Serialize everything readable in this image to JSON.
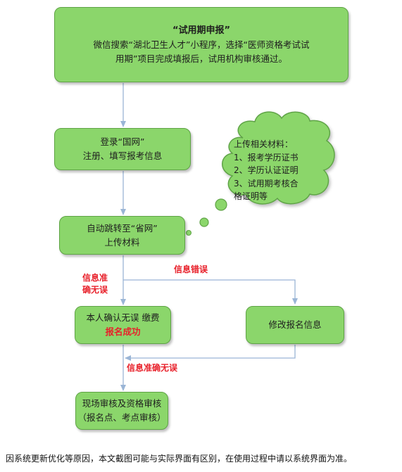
{
  "box1": {
    "title": "“试用期申报”",
    "line1": "微信搜索“湖北卫生人才”小程序，选择“医师资格考试试",
    "line2": "用期”项目完成填报后，试用机构审核通过。"
  },
  "box2": {
    "line1": "登录“国网”",
    "line2": "注册、填写报考信息"
  },
  "cloud": {
    "lines": [
      "上传相关材料：",
      "1、报考学历证书",
      "2、学历认证证明",
      "3、试用期考核合",
      "格证明等"
    ]
  },
  "box3": {
    "line1": "自动跳转至“省网”",
    "line2": "上传材料"
  },
  "box4": {
    "line1": "本人确认无误 缴费",
    "line2": "报名成功"
  },
  "box5": {
    "line1": "修改报名信息"
  },
  "box6": {
    "line1": "现场审核及资格审核",
    "line2": "（报名点、考点审核）"
  },
  "labels": {
    "correct_a": "信息准",
    "correct_b": "确无误",
    "error": "信息错误",
    "correct2": "信息准确无误"
  },
  "footer": "因系统更新优化等原因，本文截图可能与实际界面有区别，在使用过程中请以系统界面为准。",
  "colors": {
    "box_fill": "#8bd66b",
    "box_border": "#5fa346",
    "arrow": "#9ab5d6",
    "label_red": "#e8202a"
  }
}
